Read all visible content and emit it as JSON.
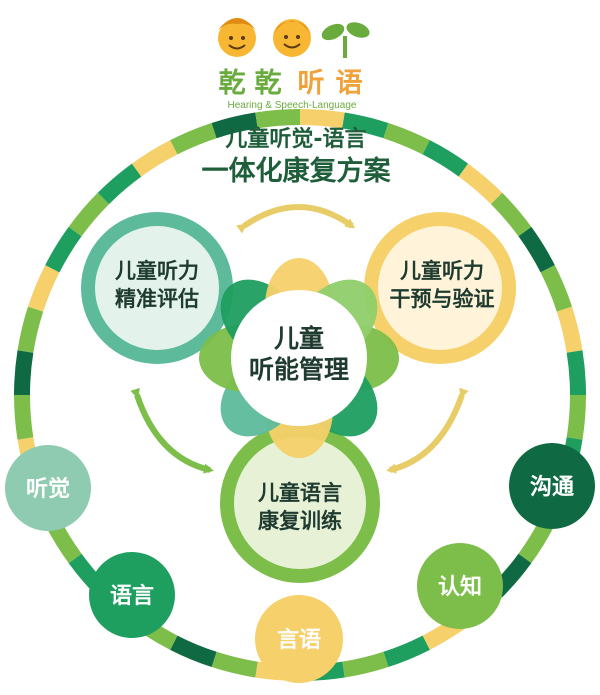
{
  "logo": {
    "characters": [
      "乾",
      "乾",
      "听",
      "语"
    ],
    "subtitle": "Hearing & Speech-Language"
  },
  "title": {
    "line1": "儿童听觉-语言",
    "line2": "一体化康复方案"
  },
  "center": {
    "line1": "儿童",
    "line2": "听能管理"
  },
  "petals": {
    "assessment": {
      "line1": "儿童听力",
      "line2": "精准评估"
    },
    "intervention": {
      "line1": "儿童听力",
      "line2": "干预与验证"
    },
    "training": {
      "line1": "儿童语言",
      "line2": "康复训练"
    }
  },
  "outer_nodes": {
    "hearing": "听觉",
    "language": "语言",
    "speech": "言语",
    "cognition": "认知",
    "communication": "沟通"
  },
  "colors": {
    "teal": "#5dbb9b",
    "teal_light": "#e3f3ec",
    "yellow": "#f6d06a",
    "yellow_light": "#fff4da",
    "green": "#7cbe49",
    "green_light": "#e6f1d6",
    "dark_green": "#1e8c5a",
    "deep_green": "#0f6a44",
    "orange_text": "#f0a23a",
    "logo_text": "#6aab3e"
  }
}
